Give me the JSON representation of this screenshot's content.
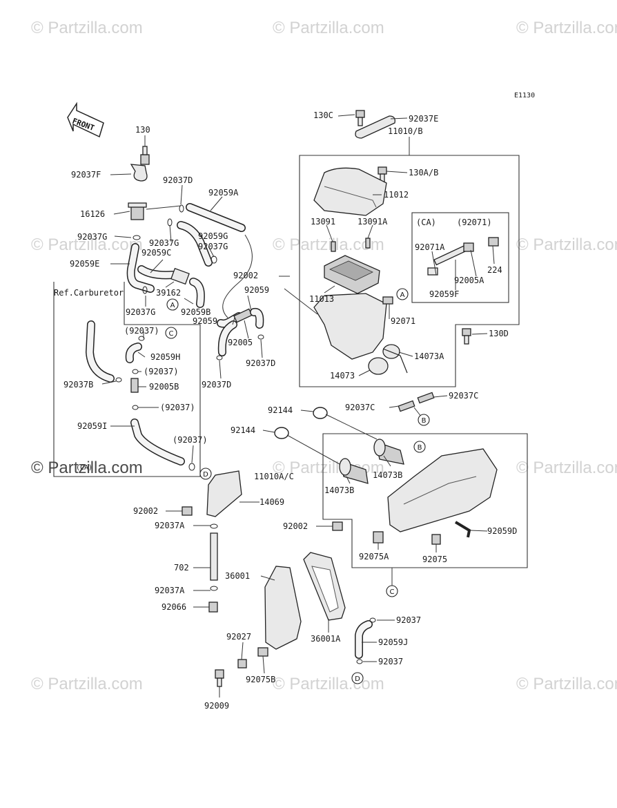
{
  "watermarks": [
    "© Partzilla.com"
  ],
  "diagram_code": "E1130",
  "front_arrow": "FRONT",
  "ref_note": "Ref.Carburetor",
  "callouts": [
    "A",
    "B",
    "C",
    "D"
  ],
  "labels": {
    "p130": "130",
    "p92037F": "92037F",
    "p92037D_top": "92037D",
    "p92059A": "92059A",
    "p16126": "16126",
    "p92037G_a": "92037G",
    "p92037G_b": "92037G",
    "p92059G": "92059G",
    "p92037G_c": "92037G",
    "p92059E": "92059E",
    "p92059C": "92059C",
    "p39162": "39162",
    "p92037G_d": "92037G",
    "p92059B": "92059B",
    "p92059_a": "92059",
    "p92002_a": "92002",
    "p92059_b": "92059",
    "p92005": "92005",
    "p92037D_b": "92037D",
    "p92037D_c": "92037D",
    "p92037_paren_a": "(92037)",
    "p92059H": "92059H",
    "p92037_paren_b": "(92037)",
    "p92037B": "92037B",
    "p92005B": "92005B",
    "p92037_paren_c": "(92037)",
    "p92059I": "92059I",
    "p92037_paren_d": "(92037)",
    "pCA_left": "(CA)",
    "p130C": "130C",
    "p92037E": "92037E",
    "p11010B": "11010/B",
    "p130AB": "130A/B",
    "p11012": "11012",
    "p13091": "13091",
    "p13091A": "13091A",
    "pCA": "(CA)",
    "p92071_paren": "(92071)",
    "p92071A": "92071A",
    "p224": "224",
    "p92005A": "92005A",
    "p92059F": "92059F",
    "p11013": "11013",
    "p92071": "92071",
    "p130D": "130D",
    "p14073A": "14073A",
    "p14073": "14073",
    "p92037C_a": "92037C",
    "p92037C_b": "92037C",
    "p92144_a": "92144",
    "p92144_b": "92144",
    "p11010AC": "11010A/C",
    "p14073B_a": "14073B",
    "p14073B_b": "14073B",
    "p14069": "14069",
    "p92002_b": "92002",
    "p92037A_a": "92037A",
    "p702": "702",
    "p92037A_b": "92037A",
    "p92066": "92066",
    "p36001": "36001",
    "p36001A": "36001A",
    "p92027": "92027",
    "p92075B": "92075B",
    "p92009": "92009",
    "p92002_c": "92002",
    "p92059D": "92059D",
    "p92075A": "92075A",
    "p92075": "92075",
    "p92037_a": "92037",
    "p92059J": "92059J",
    "p92037_b": "92037"
  }
}
